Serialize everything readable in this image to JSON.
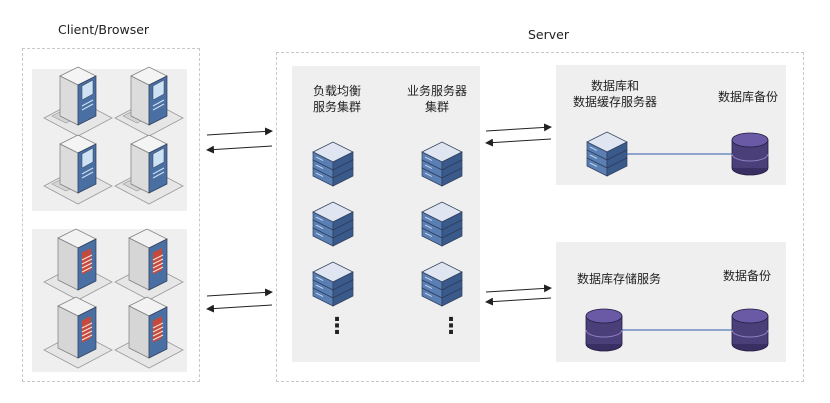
{
  "client": {
    "title": "Client/Browser"
  },
  "server": {
    "title": "Server",
    "load_balancer_label": "负载均衡\n服务集群",
    "business_cluster_label": "业务服务器\n集群",
    "db_cache_label": "数据库和\n数据缓存服务器",
    "db_backup_label": "数据库备份",
    "db_storage_label": "数据库存储服务",
    "data_backup_label": "数据备份",
    "ellipsis": "⋮"
  },
  "colors": {
    "server_blue": "#4a6fa3",
    "server_dark": "#2f3e5a",
    "db_purple": "#4b3f7a",
    "panel_gray": "#efefef",
    "connector": "#2f5aa8"
  }
}
